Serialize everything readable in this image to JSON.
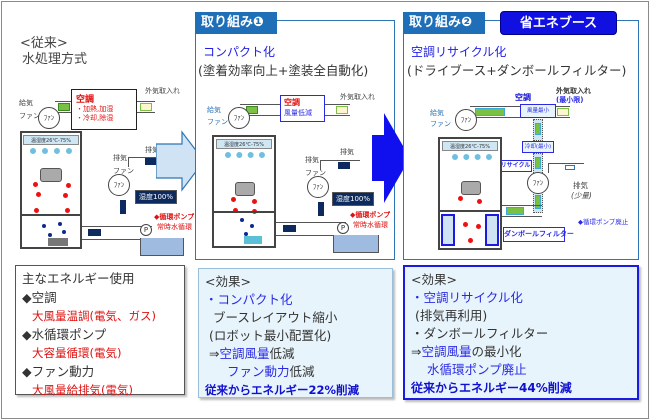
{
  "legacy": {
    "title_line1": "<従来>",
    "title_line2": "水処理方式",
    "diagram": {
      "outside_air": "外気取入れ",
      "supply_fan_line1": "給気",
      "supply_fan_line2": "ファン",
      "fan_label": "ﾌｧﾝ",
      "ac_title": "空調",
      "ac_line1": "・加熱,加湿",
      "ac_line2": "・冷却,除湿",
      "ceiling_label": "温湿度26℃-75%",
      "exhaust_fan_line1": "排気",
      "exhaust_fan_line2": "ファン",
      "exhaust": "排気",
      "exhaust_pct": "湿度100%",
      "pump_label": "P",
      "pump_note1": "◆循環ポンプ",
      "pump_note2": "常時水循環"
    },
    "energy_box": {
      "heading": "主なエネルギー使用",
      "items": [
        {
          "label": "◆空調",
          "detail": "大風量温調(電気、ガス)"
        },
        {
          "label": "◆水循環ポンプ",
          "detail": "大容量循環(電気)"
        },
        {
          "label": "◆ファン動力",
          "detail": "大風量給排気(電気)"
        }
      ]
    }
  },
  "initiative1": {
    "tag": "取り組み❶",
    "heading_blue": "コンパクト化",
    "heading_sub": "(塗着効率向上+塗装全自動化)",
    "diagram": {
      "outside_air": "外気取入れ",
      "supply_fan_line1": "給気",
      "supply_fan_line2": "ファン",
      "fan_label": "ﾌｧﾝ",
      "ac_title": "空調",
      "ac_line1": "風量低減",
      "ceiling_label": "温湿度26℃-75%",
      "exhaust_fan_line1": "排気",
      "exhaust_fan_line2": "ファン",
      "exhaust": "排気",
      "exhaust_pct": "湿度100%",
      "pump_label": "P",
      "pump_note1": "◆循環ポンプ",
      "pump_note2": "常時水循環"
    },
    "effect": {
      "heading": "<効果>",
      "line1": "・コンパクト化",
      "line2": "ブースレイアウト縮小",
      "line3": "(ロボット最小配置化)",
      "line4_prefix": "⇒",
      "line4_blue": "空調風量",
      "line4_rest": "低減",
      "line5_blue": "ファン動力",
      "line5_rest": "低減",
      "result": "従来からエネルギー22%削減"
    }
  },
  "initiative2": {
    "tag": "取り組み❷",
    "eco_tag": "省エネブース",
    "heading_blue": "空調リサイクル化",
    "heading_sub": "(ドライブース+ダンボールフィルター)",
    "diagram": {
      "ac_title": "空調",
      "outside_air_line1": "外気取入れ",
      "outside_air_line2": "(最小限)",
      "supply_fan_line1": "給気",
      "supply_fan_line2": "ファン",
      "fan_label": "ﾌｧﾝ",
      "airflow_box": "風量最小",
      "cooling_box": "冷却(最小)",
      "recycle": "リサイクル",
      "ceiling_label": "温湿度26℃-75%",
      "exhaust_line1": "排気",
      "exhaust_line2": "(少量)",
      "pump_abolished": "◆循環ポンプ廃止",
      "cardboard_filter": "ダンボールフィルター"
    },
    "effect": {
      "heading": "<効果>",
      "line1": "・空調リサイクル化",
      "line2": "(排気再利用)",
      "line3": "・ダンボールフィルター",
      "line4_prefix": "⇒",
      "line4_blue": "空調風量",
      "line4_rest": "の最小化",
      "line5_blue": "水循環ポンプ廃止",
      "result": "従来からエネルギー44%削減"
    }
  },
  "colors": {
    "panel_border": "#2f75b5",
    "tag_blue": "#1f6fb8",
    "eco_blue": "#1010e0",
    "accent_red": "#e01010",
    "text_blue": "#2a2ae6",
    "navy": "#0c2a5e",
    "arrow_light": "#cfe3f5",
    "arrow_strong": "#1010ee",
    "green": "#7ac143"
  }
}
